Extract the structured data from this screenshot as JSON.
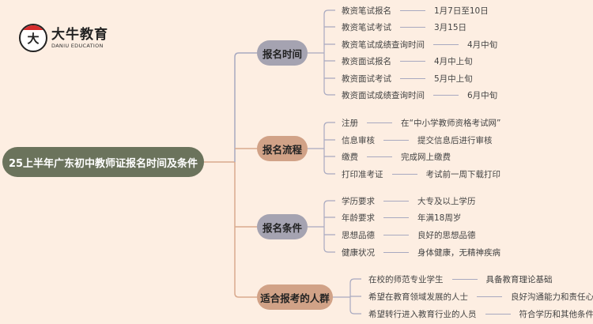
{
  "logo": {
    "name": "大牛教育",
    "subtitle": "DANIU EDUCATION",
    "mark": "大牛"
  },
  "root": "25上半年广东初中教师证报名时间及条件",
  "branches": [
    {
      "label": "报名时间",
      "color": "#a5a3b1",
      "items": [
        {
          "k": "教资笔试报名",
          "v": "1月7日至10日"
        },
        {
          "k": "教资笔试考试",
          "v": "3月15日"
        },
        {
          "k": "教资笔试成绩查询时间",
          "v": "4月中旬"
        },
        {
          "k": "教资面试报名",
          "v": "4月中上旬"
        },
        {
          "k": "教资面试考试",
          "v": "5月中上旬"
        },
        {
          "k": "教资面试成绩查询时间",
          "v": "6月中旬"
        }
      ]
    },
    {
      "label": "报名流程",
      "color": "#d1a287",
      "items": [
        {
          "k": "注册",
          "v": "在“中小学教师资格考试网”"
        },
        {
          "k": "信息审核",
          "v": "提交信息后进行审核"
        },
        {
          "k": "缴费",
          "v": "完成网上缴费"
        },
        {
          "k": "打印准考证",
          "v": "考试前一周下载打印"
        }
      ]
    },
    {
      "label": "报名条件",
      "color": "#a5a3b1",
      "items": [
        {
          "k": "学历要求",
          "v": "大专及以上学历"
        },
        {
          "k": "年龄要求",
          "v": "年满18周岁"
        },
        {
          "k": "思想品德",
          "v": "良好的思想品德"
        },
        {
          "k": "健康状况",
          "v": "身体健康，无精神疾病"
        }
      ]
    },
    {
      "label": "适合报考的人群",
      "color": "#d1a287",
      "items": [
        {
          "k": "在校的师范专业学生",
          "v": "具备教育理论基础"
        },
        {
          "k": "希望在教育领域发展的人士",
          "v": "良好沟通能力和责任心"
        },
        {
          "k": "希望转行进入教育行业的人员",
          "v": "符合学历和其他条件"
        }
      ]
    }
  ]
}
